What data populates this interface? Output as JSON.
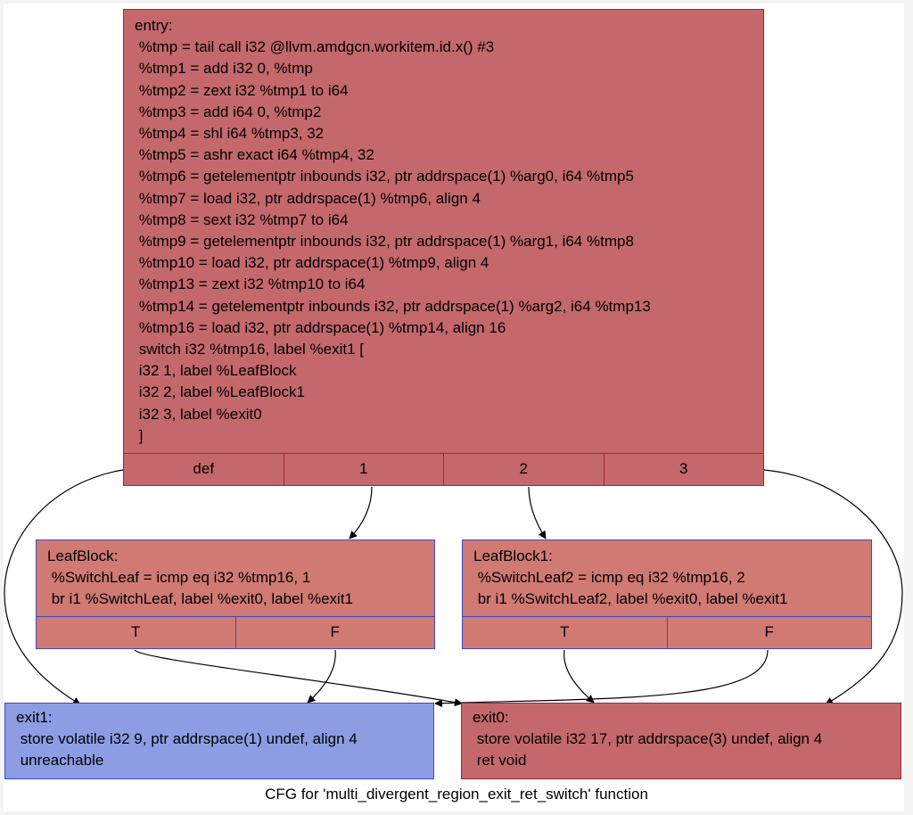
{
  "caption": "CFG for 'multi_divergent_region_exit_ret_switch' function",
  "nodes": {
    "entry": {
      "lines": [
        "entry:",
        " %tmp = tail call i32 @llvm.amdgcn.workitem.id.x() #3",
        " %tmp1 = add i32 0, %tmp",
        " %tmp2 = zext i32 %tmp1 to i64",
        " %tmp3 = add i64 0, %tmp2",
        " %tmp4 = shl i64 %tmp3, 32",
        " %tmp5 = ashr exact i64 %tmp4, 32",
        " %tmp6 = getelementptr inbounds i32, ptr addrspace(1) %arg0, i64 %tmp5",
        " %tmp7 = load i32, ptr addrspace(1) %tmp6, align 4",
        " %tmp8 = sext i32 %tmp7 to i64",
        " %tmp9 = getelementptr inbounds i32, ptr addrspace(1) %arg1, i64 %tmp8",
        " %tmp10 = load i32, ptr addrspace(1) %tmp9, align 4",
        " %tmp13 = zext i32 %tmp10 to i64",
        " %tmp14 = getelementptr inbounds i32, ptr addrspace(1) %arg2, i64 %tmp13",
        " %tmp16 = load i32, ptr addrspace(1) %tmp14, align 16",
        " switch i32 %tmp16, label %exit1 [",
        " i32 1, label %LeafBlock",
        " i32 2, label %LeafBlock1",
        " i32 3, label %exit0",
        " ]"
      ],
      "ports": [
        "def",
        "1",
        "2",
        "3"
      ]
    },
    "leaf0": {
      "lines": [
        "LeafBlock:",
        " %SwitchLeaf = icmp eq i32 %tmp16, 1",
        " br i1 %SwitchLeaf, label %exit0, label %exit1"
      ],
      "ports": [
        "T",
        "F"
      ]
    },
    "leaf1": {
      "lines": [
        "LeafBlock1:",
        " %SwitchLeaf2 = icmp eq i32 %tmp16, 2",
        " br i1 %SwitchLeaf2, label %exit0, label %exit1"
      ],
      "ports": [
        "T",
        "F"
      ]
    },
    "exit1": {
      "lines": [
        "exit1:",
        " store volatile i32 9, ptr addrspace(1) undef, align 4",
        " unreachable"
      ]
    },
    "exit0": {
      "lines": [
        "exit0:",
        " store volatile i32 17, ptr addrspace(3) undef, align 4",
        " ret void"
      ]
    }
  },
  "colors": {
    "edge": "#000000",
    "node_red": "#c4686b",
    "node_salmon": "#d07a73",
    "node_blue": "#8c9de3",
    "border_red": "#a5262e",
    "border_blue": "#3b4bc0"
  }
}
